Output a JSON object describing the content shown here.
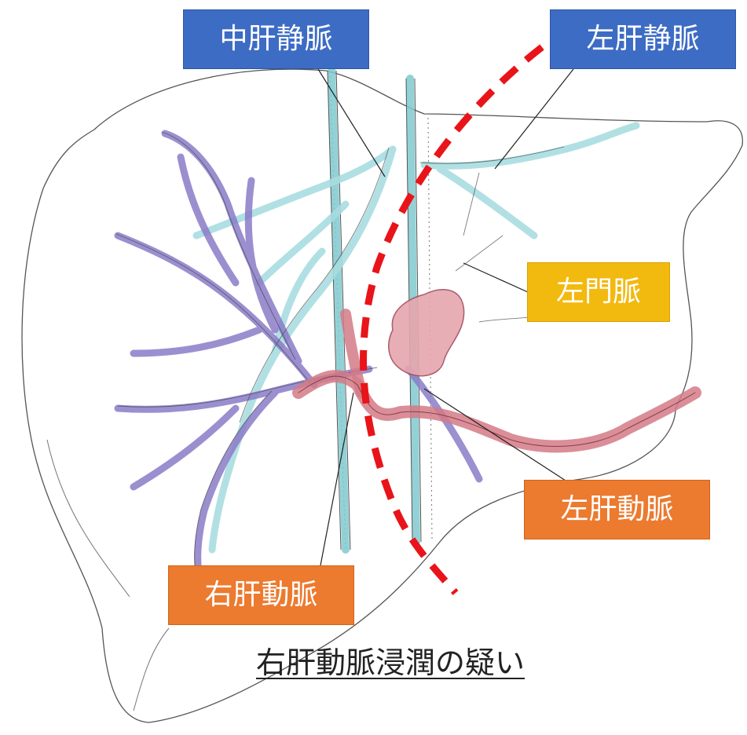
{
  "labels": {
    "middle_hepatic_vein": "中肝静脈",
    "left_hepatic_vein": "左肝静脈",
    "left_portal_vein": "左門脈",
    "left_hepatic_artery": "左肝動脈",
    "right_hepatic_artery": "右肝動脈"
  },
  "caption": "右肝動脈浸潤の疑い",
  "colors": {
    "vein_label": "#3d6cc4",
    "portal_label": "#f2b90f",
    "artery_label": "#ec7a2f",
    "resection_line": "#e8141a",
    "portal_vessels": "#8a7cc8",
    "hepatic_veins": "#a8dde0",
    "artery_tumor": "#d47a86"
  }
}
